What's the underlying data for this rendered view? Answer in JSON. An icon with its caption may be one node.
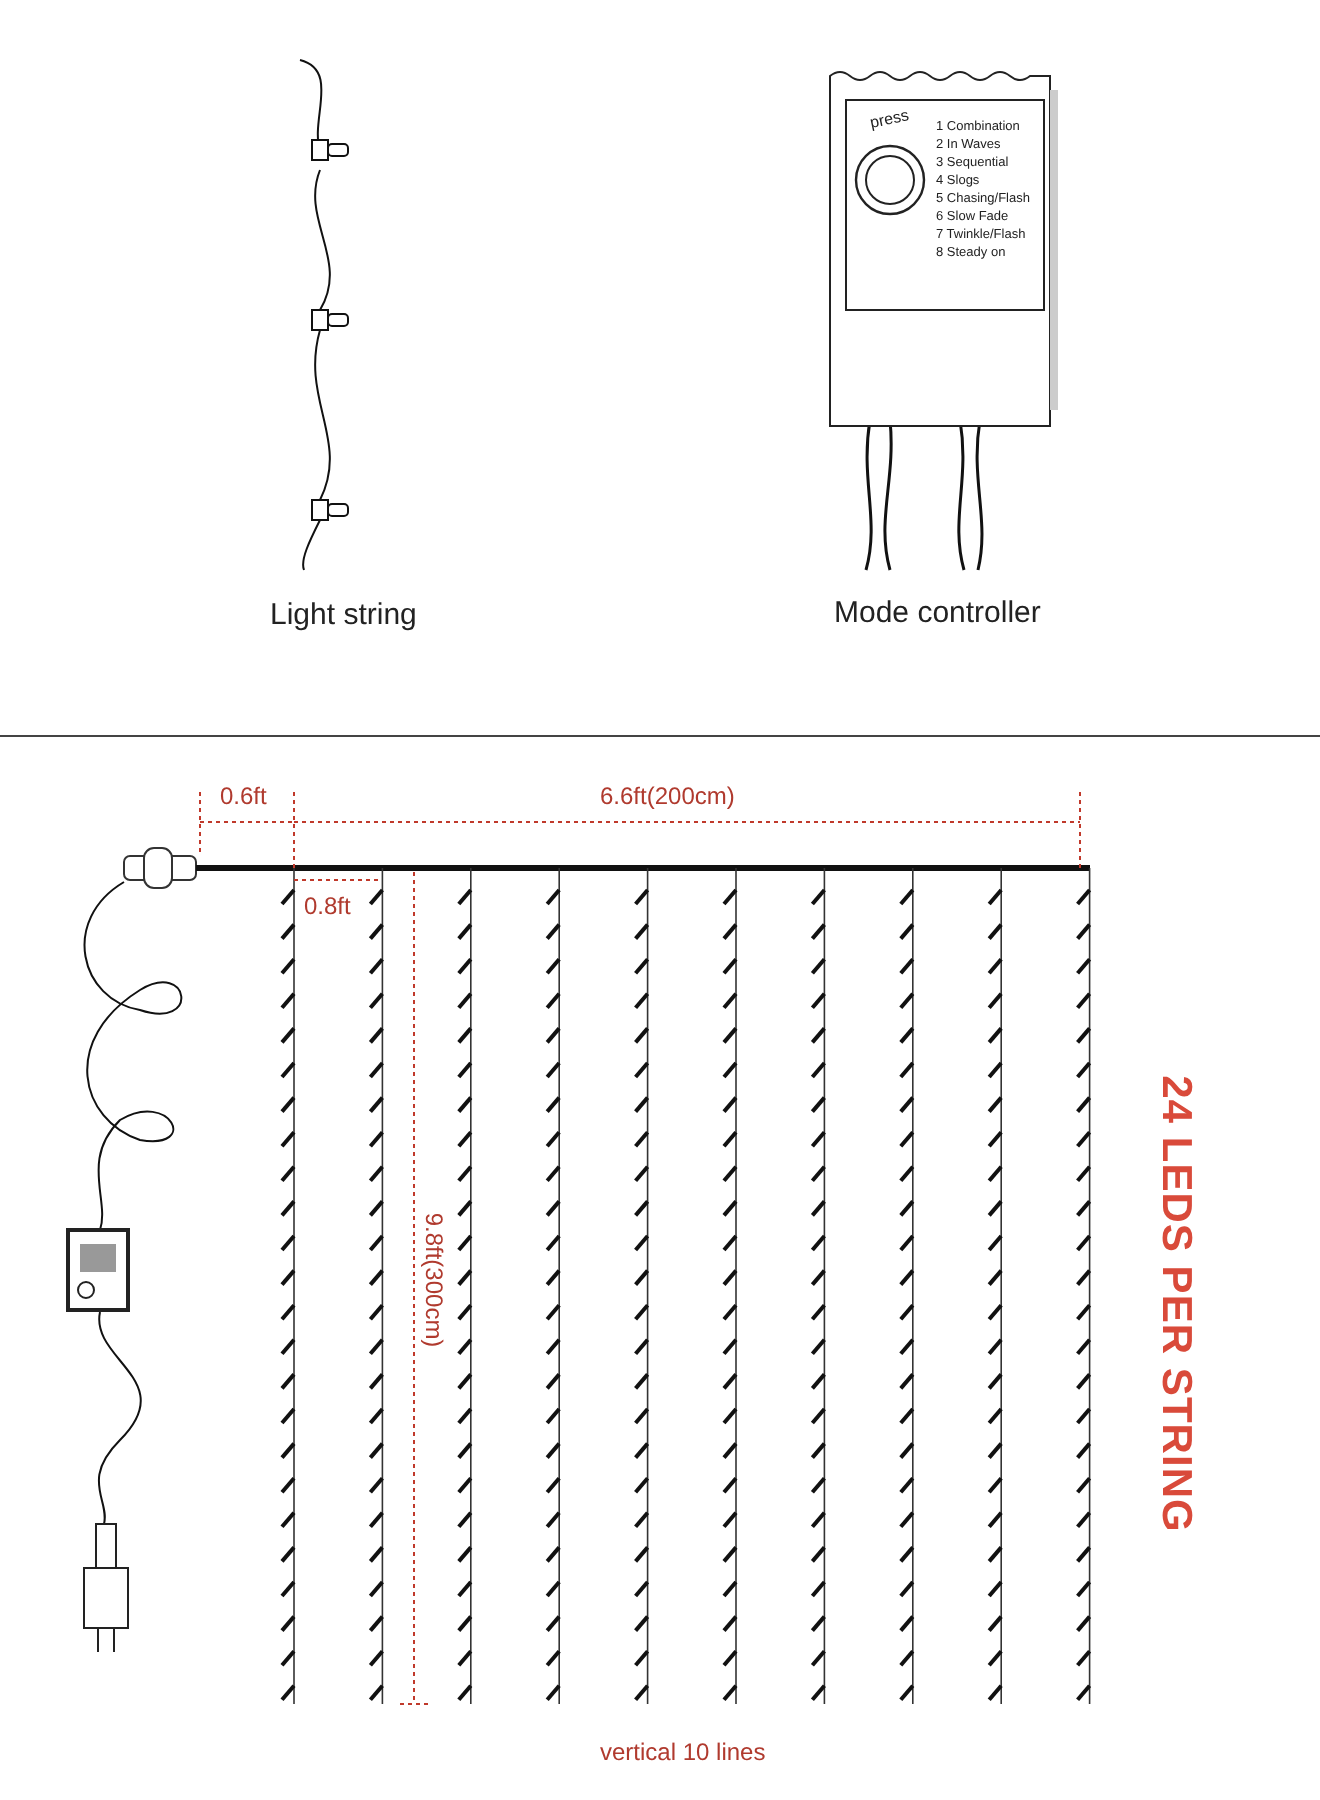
{
  "diagram": {
    "labels": [
      "press",
      "1 Combination",
      "2 In Waves",
      "3 Sequential",
      "4 Slogs",
      "5 Chasing/Flash",
      "6 Slow Fade",
      "7 Twinkle/Flash",
      "8 Steady on",
      "Light string",
      "Mode controller",
      "0.6ft",
      "6.6ft(200cm)",
      "0.8ft",
      "9.8ft(300cm)",
      "24 LEDS PER STRING",
      "vertical 10 lines"
    ]
  }
}
